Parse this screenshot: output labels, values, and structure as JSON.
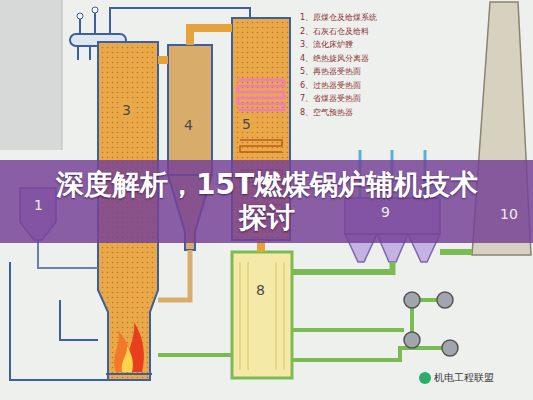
{
  "diagram": {
    "title": "深度解析，15T燃煤锅炉辅机技术探讨",
    "nodes": [
      {
        "text": [
          "1"
        ]
      },
      {
        "text": [
          "3"
        ]
      },
      {
        "text": [
          "4"
        ]
      },
      {
        "text": [
          "5"
        ]
      },
      {
        "text": [
          "8"
        ]
      },
      {
        "text": [
          "9"
        ]
      },
      {
        "text": [
          "10"
        ]
      }
    ],
    "edges": [
      {
        "from": 0,
        "to": 1,
        "arrow": "none"
      },
      {
        "from": 1,
        "to": 2,
        "arrow": "none"
      },
      {
        "from": 2,
        "to": 1,
        "arrow": "none"
      },
      {
        "from": 2,
        "to": 3,
        "arrow": "none"
      },
      {
        "from": 3,
        "to": 4,
        "arrow": "none"
      },
      {
        "from": 4,
        "to": 5,
        "arrow": "none"
      },
      {
        "from": 5,
        "to": 6,
        "arrow": "none"
      }
    ],
    "labels": [
      "机电工程联盟"
    ],
    "legend": [
      {
        "text": "1、原煤仓及给煤系统"
      },
      {
        "text": "2、石灰石仓及给料"
      },
      {
        "text": "3、流化床炉膛"
      },
      {
        "text": "4、绝热旋风分离器"
      },
      {
        "text": "5、再热器受热面"
      },
      {
        "text": "6、过热器受热面"
      },
      {
        "text": "7、省煤器受热面"
      },
      {
        "text": "8、空气预热器"
      }
    ]
  }
}
